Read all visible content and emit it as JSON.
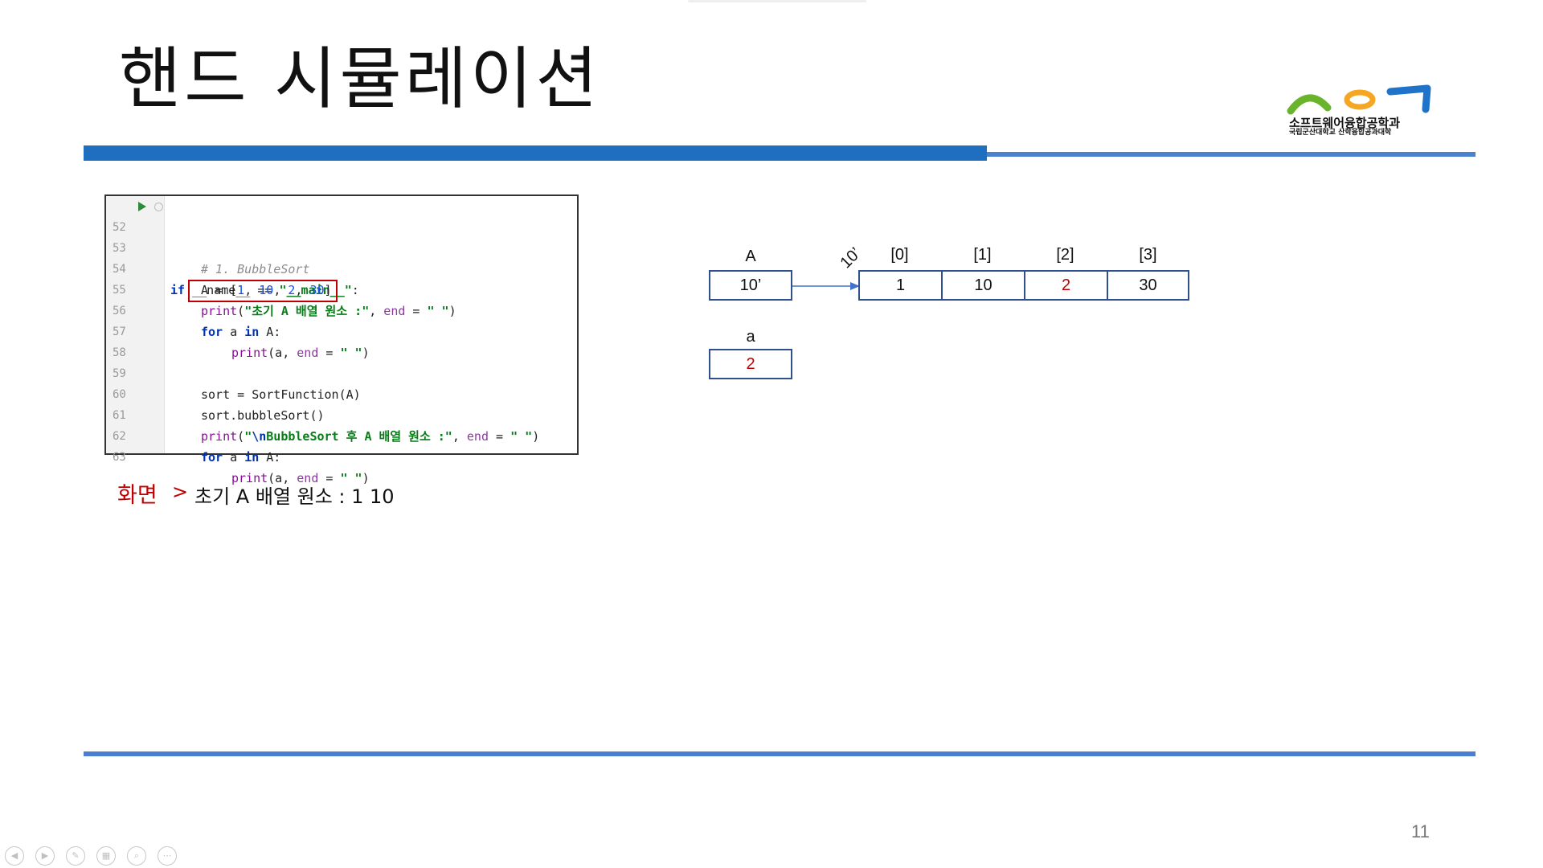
{
  "slide": {
    "title": "핸드 시뮬레이션",
    "page_number": "11"
  },
  "logo": {
    "name": "소프트웨어융합공학과",
    "subtitle": "국립군산대학교 산학융합공과대학",
    "colors": [
      "#6ab42d",
      "#f5a623",
      "#1f73c9"
    ]
  },
  "code": {
    "lines": [
      {
        "num": "52"
      },
      {
        "num": "53"
      },
      {
        "num": "54"
      },
      {
        "num": "55"
      },
      {
        "num": "56"
      },
      {
        "num": "57"
      },
      {
        "num": "58"
      },
      {
        "num": "59"
      },
      {
        "num": "60"
      },
      {
        "num": "61"
      },
      {
        "num": "62"
      },
      {
        "num": "63"
      }
    ],
    "text": {
      "l52_kw": "if",
      "l52_a": " __name__ == ",
      "l52_str": "\"__main__\"",
      "l52_b": ":",
      "l53": "# 1. BubbleSort",
      "l54_a": "A = [",
      "l54_n1": "1",
      "l54_c1": ", ",
      "l54_n2": "10",
      "l54_c2": ", ",
      "l54_n3": "2",
      "l54_c3": ", ",
      "l54_n4": "30",
      "l54_b": "]",
      "l55_fn": "print",
      "l55_a": "(",
      "l55_str": "\"초기 A 배열 원소 :\"",
      "l55_b": ", ",
      "l55_kw": "end",
      "l55_c": " = ",
      "l55_str2": "\" \"",
      "l55_d": ")",
      "l56_kw1": "for",
      "l56_a": " a ",
      "l56_kw2": "in",
      "l56_b": " A:",
      "l57_fn": "print",
      "l57_a": "(a, ",
      "l57_kw": "end",
      "l57_b": " = ",
      "l57_str": "\" \"",
      "l57_c": ")",
      "l59": "sort = SortFunction(A)",
      "l60": "sort.bubbleSort()",
      "l61_fn": "print",
      "l61_a": "(",
      "l61_q": "\"",
      "l61_esc": "\\n",
      "l61_str": "BubbleSort",
      "l61_str2": " 후 A 배열 원소 :\"",
      "l61_b": ", ",
      "l61_kw": "end",
      "l61_c": " = ",
      "l61_str3": "\" \"",
      "l61_d": ")",
      "l62_kw1": "for",
      "l62_a": " a ",
      "l62_kw2": "in",
      "l62_b": " A:",
      "l63_fn": "print",
      "l63_a": "(a, ",
      "l63_kw": "end",
      "l63_b": " = ",
      "l63_str": "\" \"",
      "l63_c": ")"
    }
  },
  "output": {
    "label": "화면",
    "arrow": ">",
    "text": "초기 A 배열 원소 : 1 10"
  },
  "diagram": {
    "var_A_label": "A",
    "var_A_value": "10’",
    "var_a_label": "a",
    "var_a_value": "2",
    "address_label": "10’",
    "array": [
      {
        "index": "[0]",
        "value": "1",
        "highlight": false
      },
      {
        "index": "[1]",
        "value": "10",
        "highlight": false
      },
      {
        "index": "[2]",
        "value": "2",
        "highlight": true
      },
      {
        "index": "[3]",
        "value": "30",
        "highlight": false
      }
    ],
    "highlight_color": "#c00000",
    "box_border_color": "#2f4f8f"
  },
  "toolbar": {
    "icons": [
      "prev-icon",
      "next-icon",
      "pen-icon",
      "slides-icon",
      "zoom-icon",
      "more-icon"
    ]
  }
}
